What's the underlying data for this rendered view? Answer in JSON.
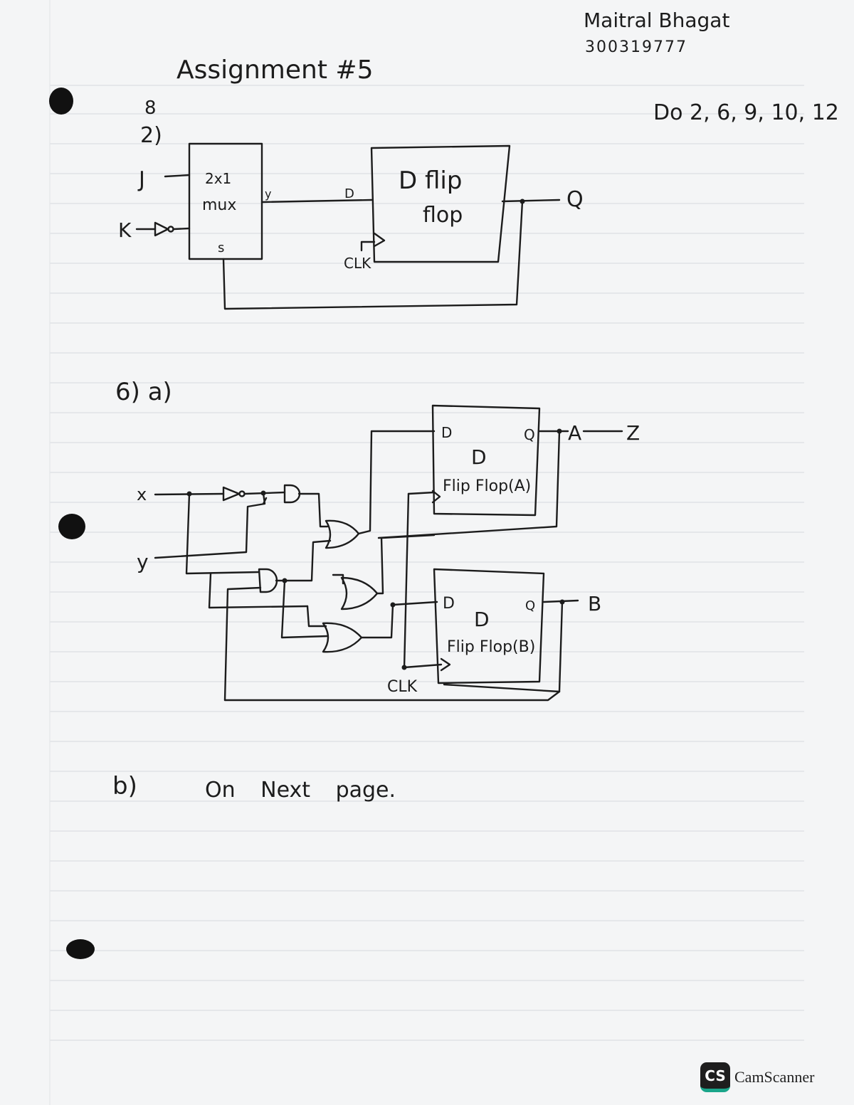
{
  "header": {
    "name": "Maitral Bhagat",
    "student_id": "300319777",
    "title": "Assignment #5",
    "todo": "Do 2, 6, 9, 10, 12"
  },
  "q2": {
    "crossed_mark": "8",
    "number": "2)",
    "input_j": "J",
    "input_k": "K",
    "mux_label_1": "2x1",
    "mux_label_2": "mux",
    "mux_out": "y",
    "mux_select": "s",
    "dff_input": "D",
    "dff_label_1": "D flip",
    "dff_label_2": "flop",
    "clk": "CLK",
    "output": "Q"
  },
  "q6": {
    "number": "6) a)",
    "input_x": "x",
    "input_y": "y",
    "ffa_d": "D",
    "ffa_q": "Q",
    "ffa_label_1": "D",
    "ffa_label_2": "Flip Flop(A)",
    "out_a": "A",
    "out_z": "Z",
    "ffb_d": "D",
    "ffb_q": "Q",
    "ffb_label_1": "D",
    "ffb_label_2": "Flip Flop(B)",
    "out_b": "B",
    "clk": "CLK"
  },
  "q6b": {
    "label": "b)",
    "text": "On Next page."
  },
  "watermark": {
    "brand": "CamScanner",
    "badge": "CS"
  }
}
